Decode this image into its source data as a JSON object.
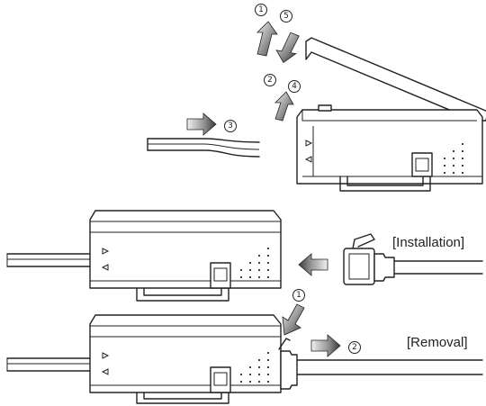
{
  "labels": {
    "installation": "[Installation]",
    "removal": "[Removal]"
  },
  "steps": {
    "s1_top": "1",
    "s5": "5",
    "s2_top": "2",
    "s4": "4",
    "s3": "3",
    "s1_removal": "1",
    "s2_removal": "2"
  },
  "colors": {
    "arrow_dark": "#555555",
    "arrow_light": "#e8e8e8",
    "outline": "#222222"
  }
}
